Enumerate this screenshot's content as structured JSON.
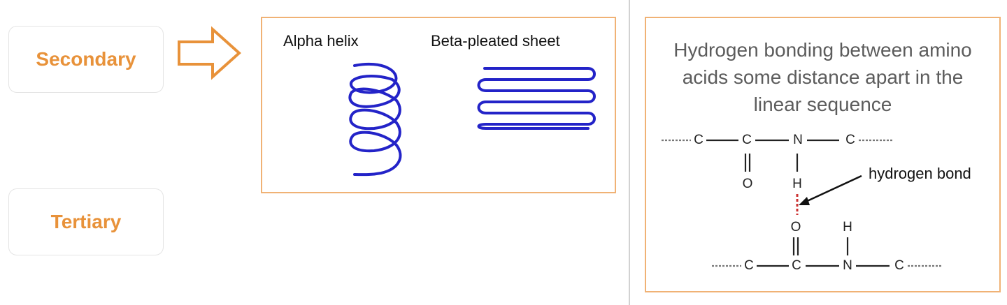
{
  "levels": {
    "secondary": "Secondary",
    "tertiary": "Tertiary"
  },
  "structures": {
    "alpha_helix": "Alpha helix",
    "beta_sheet": "Beta-pleated sheet"
  },
  "bonding": {
    "description": "Hydrogen bonding between amino acids some distance apart in the linear sequence",
    "hydrogen_bond_label": "hydrogen bond",
    "top_chain": {
      "c1": "C",
      "c2": "C",
      "n": "N",
      "c3": "C",
      "o": "O",
      "h": "H"
    },
    "bottom_chain": {
      "c1": "C",
      "c2": "C",
      "n": "N",
      "c3": "C",
      "o": "O",
      "h": "H"
    }
  },
  "colors": {
    "accent": "#e8923a",
    "panel_border": "#f0b275",
    "strand": "#2323c8",
    "h_bond": "#cc3333"
  }
}
